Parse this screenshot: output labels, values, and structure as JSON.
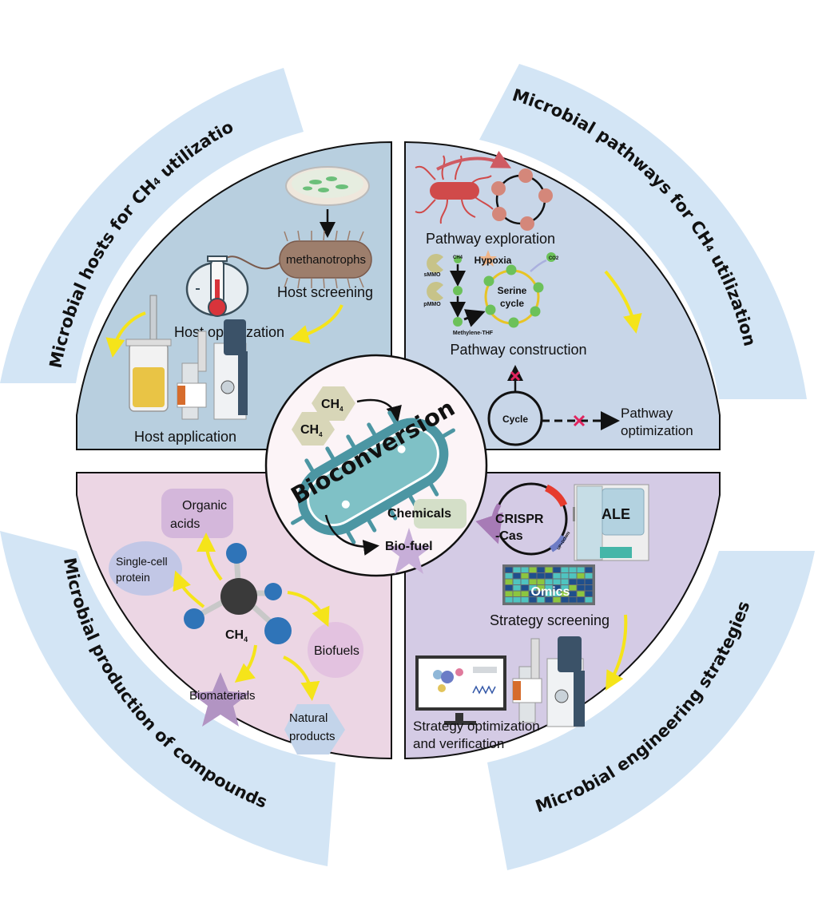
{
  "center": {
    "title": "Bioconversion",
    "inputs": [
      "CH",
      "CH"
    ],
    "input_subscript": "4",
    "outputs": [
      "Chemicals",
      "Bio-fuel"
    ]
  },
  "outer_titles": {
    "top_left": {
      "pre": "Microbial hosts for CH",
      "sub": "4",
      "post": " utilization"
    },
    "top_right": {
      "pre": "Microbial pathways for CH",
      "sub": "4",
      "post": " utilization"
    },
    "bottom_left": "Microbial production of compounds",
    "bottom_right": "Microbial engineering strategies"
  },
  "quadrants": {
    "hosts": {
      "organism_label": "methanotrophs",
      "steps": [
        "Host screening",
        "Host optimization",
        "Host application"
      ]
    },
    "pathways": {
      "steps": [
        "Pathway exploration",
        "Pathway construction",
        "Pathway optimization"
      ],
      "optimization_label_lines": [
        "Pathway",
        "optimization"
      ],
      "enzymes": [
        "sMMO",
        "pMMO"
      ],
      "substrate": "CH4",
      "condition": "Hypoxia",
      "co2": "CO2",
      "cycle_label": [
        "Serine",
        "cycle"
      ],
      "intermediate": "Methylene-THF",
      "generic_cycle": "Cycle"
    },
    "compounds": {
      "core": "CH",
      "core_sub": "4",
      "products": [
        [
          "Organic",
          "acids"
        ],
        [
          "Single-cell",
          "protein"
        ],
        [
          "Biofuels"
        ],
        [
          "Biomaterials"
        ],
        [
          "Natural",
          "products"
        ]
      ]
    },
    "engineering": {
      "crispr_lines": [
        "CRISPR",
        "-Cas"
      ],
      "crispr_tag": "UP+DOWN",
      "ale": "ALE",
      "omics": "Omics",
      "steps": [
        "Strategy screening"
      ],
      "verification_lines": [
        "Strategy optimization",
        "and verification"
      ]
    }
  },
  "colors": {
    "outer_band": "#d3e5f5",
    "hosts_bg": "#b8cfdf",
    "pathways_bg": "#c8d6e8",
    "compounds_bg": "#ecd6e4",
    "engineering_bg": "#d4cbe5",
    "center_bg": "#fcf4f7",
    "flow_arrow": "#f5e41a",
    "inhibit": "#e0245e"
  }
}
